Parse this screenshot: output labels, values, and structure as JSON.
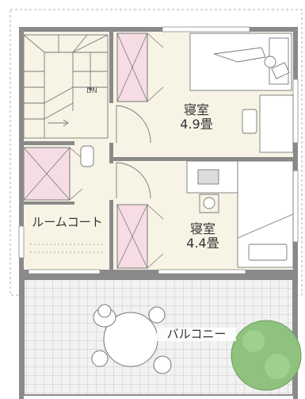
{
  "plan": {
    "stairs": {
      "label": "DN"
    },
    "bedroom_upper": {
      "name": "寝室",
      "size": "4.9畳"
    },
    "bedroom_lower": {
      "name": "寝室",
      "size": "4.4畳"
    },
    "room_coat": {
      "name": "ルームコート"
    },
    "balcony": {
      "name": "バルコニー"
    }
  },
  "colors": {
    "wall": "#7a7a7a",
    "floor_main": "#f7f4e6",
    "closet": "#f6dde3",
    "balcony_tile": "#cfcfcf",
    "tree": "#8fc27e",
    "dashed_outline": "#888888"
  }
}
